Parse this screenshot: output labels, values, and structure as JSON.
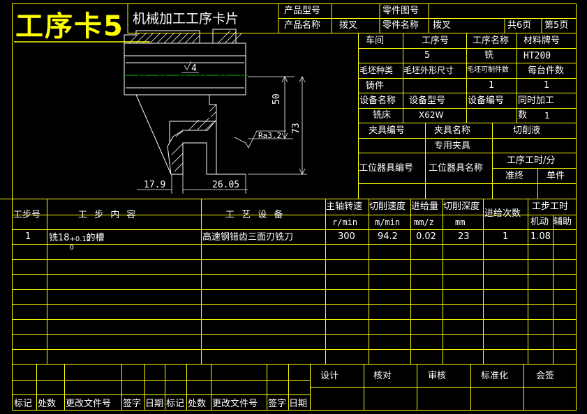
{
  "stamp": "工序卡5",
  "title": "机械加工工序卡片",
  "header": {
    "product_model_label": "产品型号",
    "part_drawing_no_label": "零件图号",
    "product_name_label": "产品名称",
    "product_name": "拨叉",
    "part_name_label": "零件名称",
    "part_name": "拨叉",
    "total_pages": "共6页",
    "page_no": "第5页"
  },
  "info": {
    "workshop_label": "车间",
    "op_no_label": "工序号",
    "op_name_label": "工序名称",
    "material_label": "材料牌号",
    "op_no": "5",
    "op_name": "铣",
    "material": "HT200",
    "blank_type_label": "毛坯种类",
    "blank_size_label": "毛坯外形尺寸",
    "parts_per_blank_label": "毛坯可制件数",
    "parts_per_machine_label": "每台件数",
    "blank_type": "铸件",
    "parts_per_blank": "1",
    "parts_per_machine": "1",
    "equip_name_label": "设备名称",
    "equip_model_label": "设备型号",
    "equip_no_label": "设备编号",
    "simultaneous_label": "同时加工",
    "equip_name": "铣床",
    "equip_model": "X62W",
    "count_label": "数",
    "count": "1",
    "fixture_no_label": "夹具编号",
    "fixture_name_label": "夹具名称",
    "coolant_label": "切削液",
    "fixture_name": "专用夹具",
    "station_tool_no_label": "工位器具编号",
    "station_tool_name_label": "工位器具名称",
    "op_time_label": "工序工时/分",
    "prep_label": "准终",
    "unit_label": "单件"
  },
  "drawing": {
    "dim_4": "4",
    "dim_50": "50",
    "dim_73": "73",
    "roughness": "Ra3.2",
    "dim_17_9": "17.9",
    "dim_26_05": "26.05"
  },
  "steps_table": {
    "headers": {
      "step_no": "工步号",
      "content": "工 步 内 容",
      "equipment": "工 艺 设 备",
      "spindle_speed": "主轴转速",
      "cutting_speed": "切削速度",
      "feed": "进给量",
      "depth": "切削深度",
      "passes": "进给次数",
      "step_time": "工步工时",
      "machine": "机动",
      "aux": "辅助"
    },
    "units": {
      "spindle_speed": "r/min",
      "cutting_speed": "m/min",
      "feed": "mm/z",
      "depth": "mm"
    },
    "rows": [
      {
        "step_no": "1",
        "content_pre": "铣18",
        "content_sup": "+0.12",
        "content_sub": "0",
        "content_post": "的槽",
        "equipment": "高速钢错齿三面刃铣刀",
        "spindle_speed": "300",
        "cutting_speed": "94.2",
        "feed": "0.02",
        "depth": "23",
        "passes": "1",
        "machine": "1.08",
        "aux": ""
      }
    ]
  },
  "footer": {
    "design": "设计",
    "check": "核对",
    "review": "审核",
    "standardize": "标准化",
    "countersign": "会签",
    "mark": "标记",
    "place": "处数",
    "change_doc_no": "更改文件号",
    "signature": "签字",
    "date": "日期"
  },
  "colors": {
    "frame": "#ffff00",
    "ink": "#ffffff",
    "centerline": "#00c000",
    "stamp": "#ffff00"
  }
}
